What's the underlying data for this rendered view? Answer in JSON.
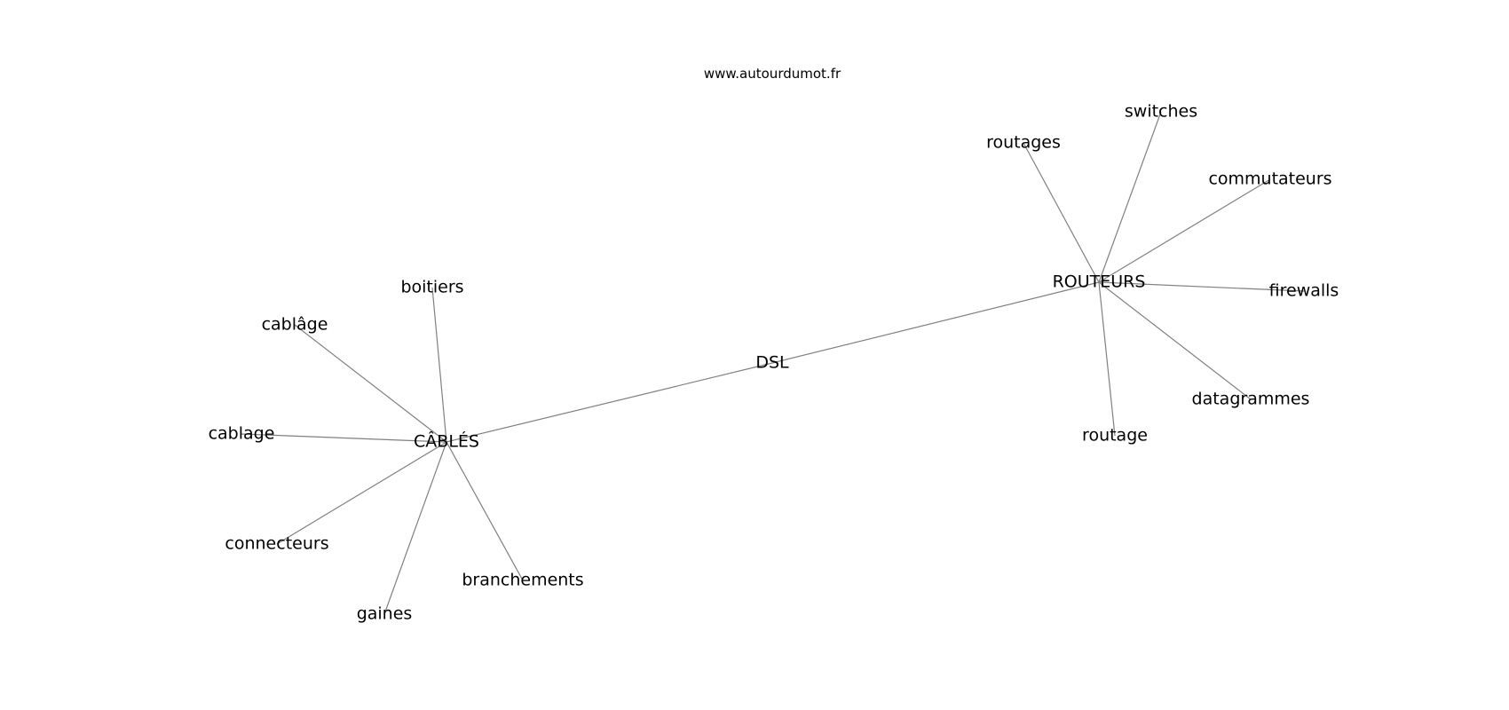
{
  "watermark": "www.autourdumot.fr",
  "colors": {
    "background": "#ffffff",
    "edge": "#808080",
    "text": "#000000"
  },
  "graph": {
    "nodes": [
      {
        "id": "dsl",
        "label": "DSL"
      },
      {
        "id": "cables",
        "label": "CÂBLÉS"
      },
      {
        "id": "routeurs",
        "label": "ROUTEURS"
      },
      {
        "id": "boitiers",
        "label": "boitiers"
      },
      {
        "id": "cablage_accent",
        "label": "cablâge"
      },
      {
        "id": "cablage",
        "label": "cablage"
      },
      {
        "id": "connecteurs",
        "label": "connecteurs"
      },
      {
        "id": "gaines",
        "label": "gaines"
      },
      {
        "id": "branchements",
        "label": "branchements"
      },
      {
        "id": "routages",
        "label": "routages"
      },
      {
        "id": "switches",
        "label": "switches"
      },
      {
        "id": "commutateurs",
        "label": "commutateurs"
      },
      {
        "id": "firewalls",
        "label": "firewalls"
      },
      {
        "id": "datagrammes",
        "label": "datagrammes"
      },
      {
        "id": "routage",
        "label": "routage"
      }
    ],
    "edges": [
      [
        "cables",
        "dsl"
      ],
      [
        "dsl",
        "routeurs"
      ],
      [
        "cables",
        "boitiers"
      ],
      [
        "cables",
        "cablage_accent"
      ],
      [
        "cables",
        "cablage"
      ],
      [
        "cables",
        "connecteurs"
      ],
      [
        "cables",
        "gaines"
      ],
      [
        "cables",
        "branchements"
      ],
      [
        "routeurs",
        "routages"
      ],
      [
        "routeurs",
        "switches"
      ],
      [
        "routeurs",
        "commutateurs"
      ],
      [
        "routeurs",
        "firewalls"
      ],
      [
        "routeurs",
        "datagrammes"
      ],
      [
        "routeurs",
        "routage"
      ]
    ]
  }
}
